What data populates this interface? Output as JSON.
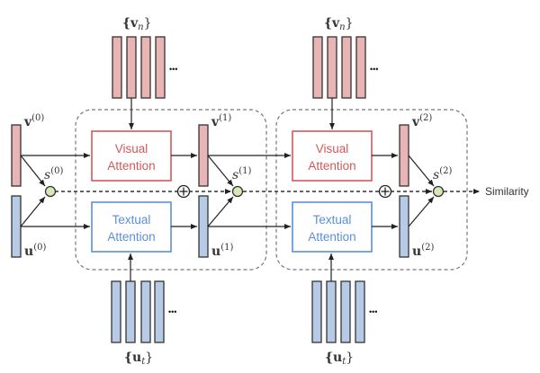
{
  "colors": {
    "visual_fill": "#e8b4b4",
    "visual_stroke": "#d0595b",
    "textual_fill": "#b7cbe6",
    "textual_stroke": "#5b8fd6",
    "node_fill": "#d5e8b5",
    "line": "#222222",
    "dashed_box": "#777777"
  },
  "labels": {
    "v_set": "{v",
    "v_set_sub": "n",
    "u_set": "{u",
    "u_set_sub": "t",
    "set_close": "}",
    "ellipsis": "•••",
    "v0": "v",
    "v0_sup": "(0)",
    "v1": "v",
    "v1_sup": "(1)",
    "v2": "v",
    "v2_sup": "(2)",
    "u0": "u",
    "u0_sup": "(0)",
    "u1": "u",
    "u1_sup": "(1)",
    "u2": "u",
    "u2_sup": "(2)",
    "s0": "s",
    "s0_sup": "(0)",
    "s1": "s",
    "s1_sup": "(1)",
    "s2": "s",
    "s2_sup": "(2)",
    "plus": "+",
    "similarity": "Similarity"
  },
  "blocks": [
    {
      "visual_line1": "Visual",
      "visual_line2": "Attention",
      "textual_line1": "Textual",
      "textual_line2": "Attention"
    },
    {
      "visual_line1": "Visual",
      "visual_line2": "Attention",
      "textual_line1": "Textual",
      "textual_line2": "Attention"
    }
  ]
}
